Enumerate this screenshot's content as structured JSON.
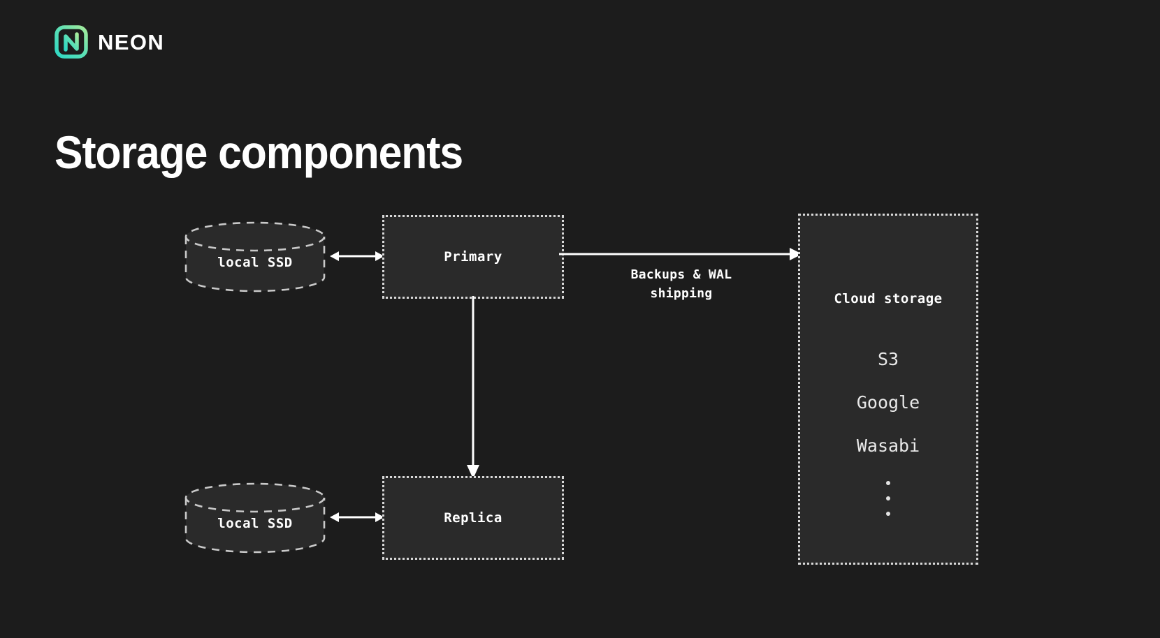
{
  "brand": {
    "logo_icon": "neon-logo-icon",
    "name": "NEON",
    "gradient_from": "#35d6c0",
    "gradient_to": "#9ae89a"
  },
  "page": {
    "title": "Storage components",
    "background": "#1c1c1c",
    "box_fill": "#2a2a2a",
    "stroke": "#d8d8d8"
  },
  "diagram": {
    "nodes": {
      "primary": {
        "label": "Primary"
      },
      "replica": {
        "label": "Replica"
      },
      "ssd_primary": {
        "label": "local SSD",
        "shape": "cylinder-icon"
      },
      "ssd_replica": {
        "label": "local SSD",
        "shape": "cylinder-icon"
      },
      "cloud": {
        "title": "Cloud storage",
        "providers": [
          "S3",
          "Google",
          "Wasabi"
        ],
        "ellipsis_dots": 3
      }
    },
    "edges": {
      "ssd_primary_link": {
        "icon": "double-arrow-horizontal-icon",
        "label": ""
      },
      "ssd_replica_link": {
        "icon": "double-arrow-horizontal-icon",
        "label": ""
      },
      "primary_to_cloud": {
        "icon": "arrow-right-icon",
        "label_line1": "Backups & WAL",
        "label_line2": "shipping"
      },
      "primary_to_replica": {
        "icon": "arrow-down-icon",
        "label": ""
      }
    }
  }
}
